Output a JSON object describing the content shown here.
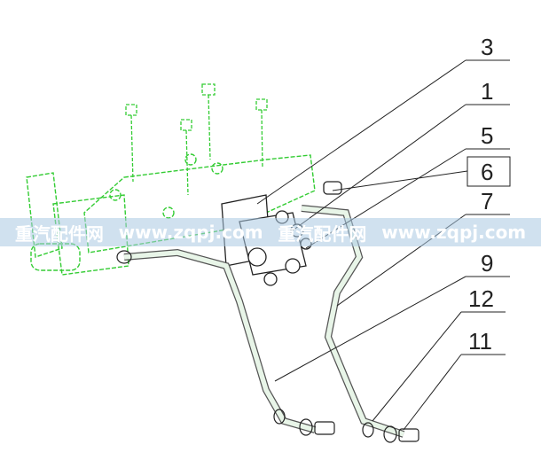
{
  "diagram": {
    "callouts": [
      "3",
      "1",
      "5",
      "6",
      "7",
      "9",
      "12",
      "11"
    ],
    "colors": {
      "body": "#33cc33",
      "lines": "#222222",
      "pipe_fill": "#e8f5e8",
      "watermark_band": "#aac8e1"
    }
  },
  "watermark": {
    "site_name": "重汽配件网",
    "url": "www.zqpj.com"
  }
}
